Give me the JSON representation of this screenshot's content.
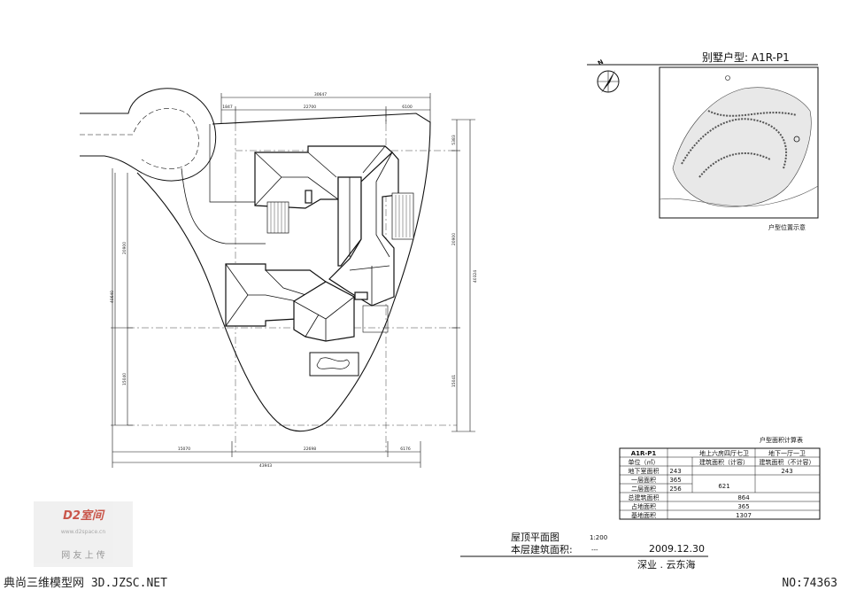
{
  "villa_type_label": "别墅户型: A1R-P1",
  "north_label": "N",
  "location_caption": "户型位置示意",
  "area_table_title": "户型面积计算表",
  "dimensions": {
    "top_total": "30647",
    "top_a": "1847",
    "top_b": "22700",
    "top_c": "6100",
    "bottom_total": "43943",
    "bottom_a": "15070",
    "bottom_b": "22698",
    "bottom_c": "6176",
    "right_a": "5383",
    "right_b": "20900",
    "right_c": "15041",
    "right_total": "40324",
    "left_a": "20900",
    "left_b": "15040",
    "left_total": "40640"
  },
  "area_table": {
    "rows": [
      [
        "A1R-P1",
        "地上六房四厅七卫",
        "地下一厅一卫"
      ],
      [
        "单位（㎡）",
        "建筑面积（计容）",
        "建筑面积（不计容）"
      ],
      [
        "地下室面积",
        "243",
        "",
        "243"
      ],
      [
        "一层面积",
        "365",
        "621",
        ""
      ],
      [
        "二层面积",
        "256",
        "",
        ""
      ],
      [
        "总建筑面积",
        "864"
      ],
      [
        "占地面积",
        "365"
      ],
      [
        "基地面积",
        "1307"
      ]
    ]
  },
  "drawing_title": "屋顶平面图",
  "drawing_scale": "1:200",
  "floor_area_label": "本层建筑面积:",
  "floor_area_value": "---",
  "drawing_date": "2009.12.30",
  "project_name": "深业 . 云东海",
  "watermark_logo": "D2室间",
  "watermark_url": "www.d2space.cn",
  "watermark_upload": "网 友 上 传",
  "footer_left": "典尚三维模型网 3D.JZSC.NET",
  "footer_right": "NO:74363"
}
